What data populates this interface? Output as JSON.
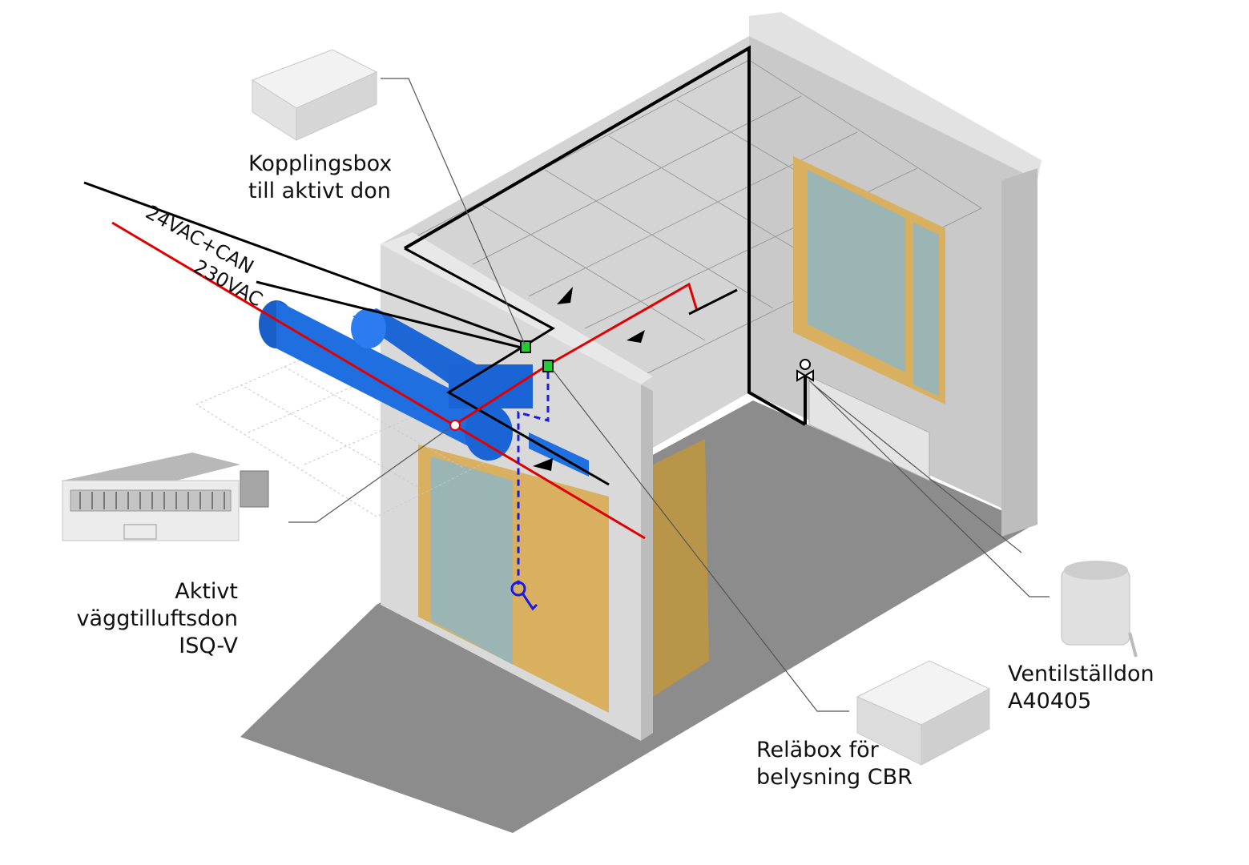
{
  "cables": {
    "low_voltage": "24VAC+CAN",
    "mains": "230VAC"
  },
  "components": {
    "junction_box": {
      "line1": "Kopplingsbox",
      "line2": "till aktivt don"
    },
    "supply_diffuser": {
      "line1": "Aktivt",
      "line2": "väggtilluftsdon",
      "line3": "ISQ-V"
    },
    "valve_actuator": {
      "line1": "Ventilställdon",
      "line2": "A40405"
    },
    "relay_box": {
      "line1": "Reläbox för",
      "line2": "belysning CBR"
    }
  },
  "colors": {
    "low_voltage_cable": "#000000",
    "mains_cable": "#e00000",
    "duct": "#1f6fe0",
    "signal_line": "#1a1ae6",
    "connection_point": "#22cc33",
    "wall": "#d9d9d9",
    "floor": "#8c8c8c",
    "frame": "#d8b060"
  },
  "icons": {
    "valve": "valve-symbol-icon",
    "light_switch": "light-switch-icon",
    "junction": "junction-box-icon",
    "relay": "relay-box-icon",
    "actuator": "valve-actuator-icon",
    "diffuser": "wall-diffuser-icon"
  }
}
